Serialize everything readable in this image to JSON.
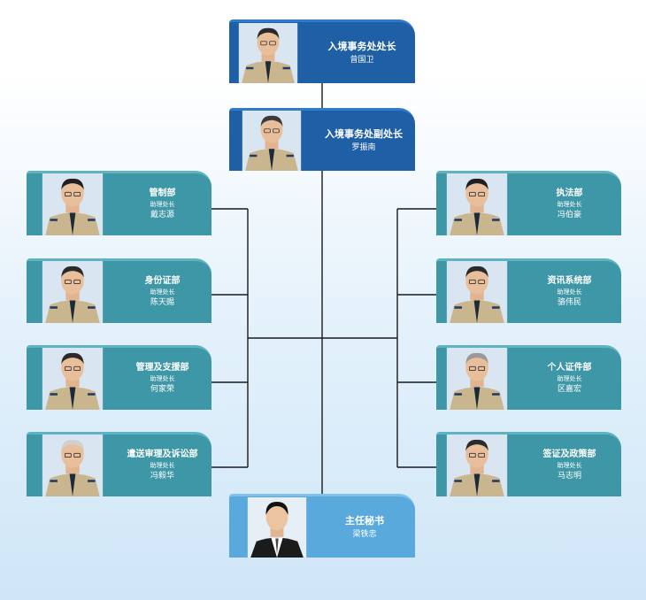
{
  "director": {
    "title": "入境事务处处长",
    "name": "曾国卫"
  },
  "deputy": {
    "title": "入境事务处副处长",
    "name": "罗振南"
  },
  "left_branches": [
    {
      "title": "管制部",
      "rank": "助理处长",
      "name": "戴志源"
    },
    {
      "title": "身份证部",
      "rank": "助理处长",
      "name": "陈天赐"
    },
    {
      "title": "管理及支援部",
      "rank": "助理处长",
      "name": "何家荣"
    },
    {
      "title": "遣送审理及诉讼部",
      "rank": "助理处长",
      "name": "冯毅华"
    }
  ],
  "right_branches": [
    {
      "title": "执法部",
      "rank": "助理处长",
      "name": "冯伯豪"
    },
    {
      "title": "资讯系统部",
      "rank": "助理处长",
      "name": "骆伟民"
    },
    {
      "title": "个人证件部",
      "rank": "助理处长",
      "name": "区嘉宏"
    },
    {
      "title": "签证及政策部",
      "rank": "助理处长",
      "name": "马志明"
    }
  ],
  "secretary": {
    "title": "主任秘书",
    "name": "梁铁忠"
  },
  "colors": {
    "top_card": "#1f5fa5",
    "branch_card": "#3e97a6",
    "secretary_card": "#5aa9dd",
    "connector": "#1a1a1a"
  }
}
